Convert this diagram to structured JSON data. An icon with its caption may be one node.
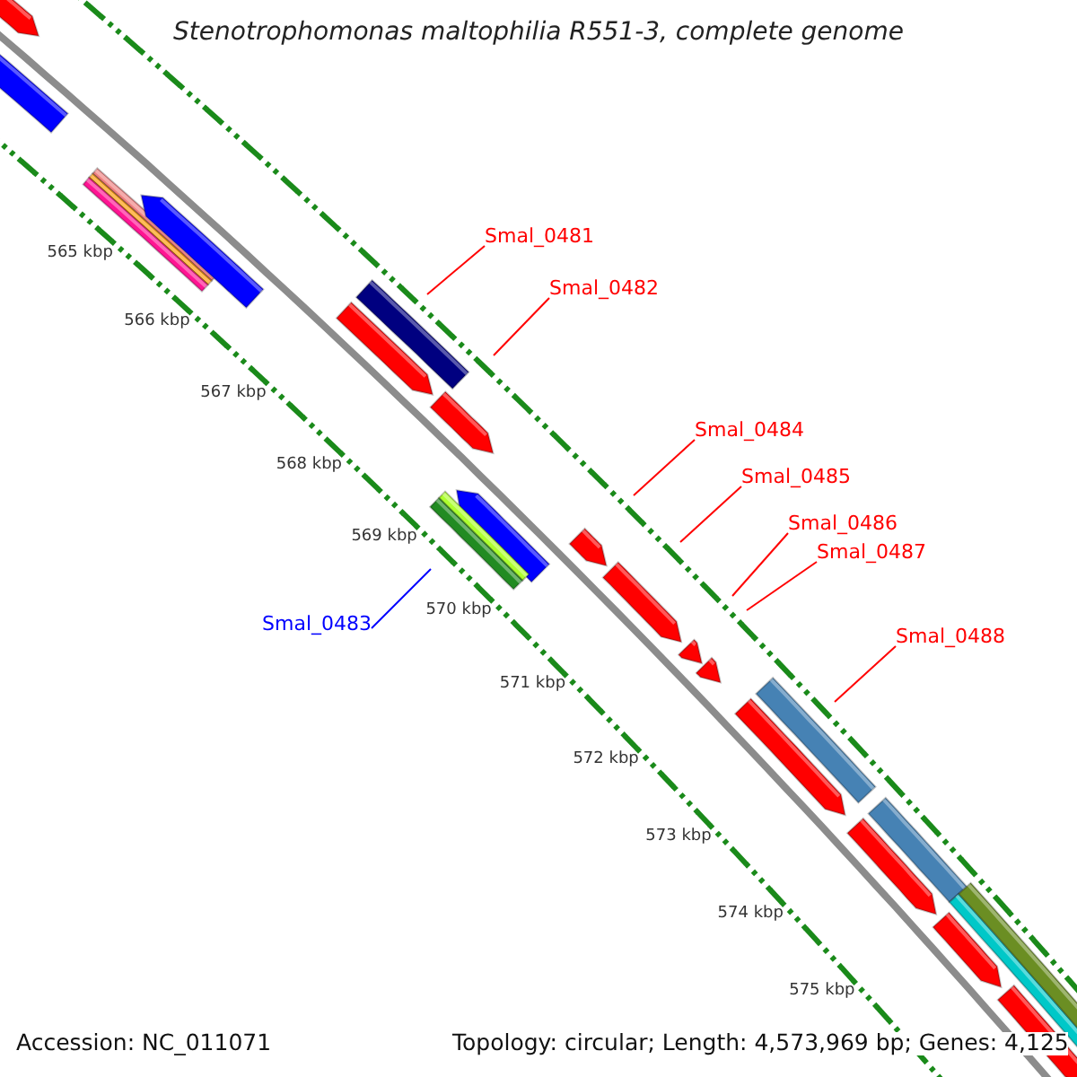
{
  "diagram": {
    "title": "Stenotrophomonas maltophilia R551-3, complete genome",
    "nodes": [
      {
        "text": [
          "Smal_0481"
        ]
      },
      {
        "text": [
          "Smal_0482"
        ]
      },
      {
        "text": [
          "Smal_0484"
        ]
      },
      {
        "text": [
          "Smal_0485"
        ]
      },
      {
        "text": [
          "Smal_0486"
        ]
      },
      {
        "text": [
          "Smal_0487"
        ]
      },
      {
        "text": [
          "Smal_0483"
        ]
      },
      {
        "text": [
          "Smal_0488"
        ]
      }
    ],
    "edges": [
      {
        "from": 0,
        "to": null,
        "arrow": "none"
      },
      {
        "from": 1,
        "to": null,
        "arrow": "none"
      },
      {
        "from": 2,
        "to": null,
        "arrow": "none"
      },
      {
        "from": 3,
        "to": null,
        "arrow": "none"
      },
      {
        "from": 4,
        "to": null,
        "arrow": "none"
      },
      {
        "from": 5,
        "to": null,
        "arrow": "none"
      },
      {
        "from": 6,
        "to": null,
        "arrow": "none",
        "color": "#0000ff"
      },
      {
        "from": 7,
        "to": null,
        "arrow": "none"
      }
    ],
    "labels": [
      "565 kbp",
      "566 kbp",
      "567 kbp",
      "568 kbp",
      "569 kbp",
      "570 kbp",
      "571 kbp",
      "572 kbp",
      "573 kbp",
      "574 kbp",
      "575 kbp",
      "Accession: NC_011071",
      "Topology: circular; Length: 4,573,969 bp; Genes: 4,125"
    ]
  }
}
